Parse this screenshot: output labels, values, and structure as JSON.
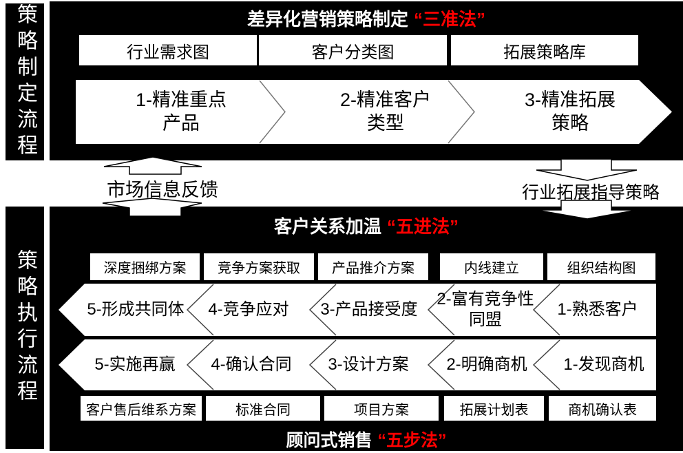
{
  "colors": {
    "panel_background": "#000000",
    "box_background": "#ffffff",
    "accent_red": "#ff0000",
    "text_on_panel": "#ffffff",
    "text_on_box": "#000000"
  },
  "left_bars": {
    "top": "策略制定流程",
    "bottom": "策略执行流程"
  },
  "top_panel": {
    "title_main": "差异化营销策略制定",
    "title_accent": "“三准法”",
    "boxes": [
      "行业需求图",
      "客户分类图",
      "拓展策略库"
    ],
    "steps": [
      {
        "line1": "1-精准重点",
        "line2": "产品"
      },
      {
        "line1": "2-精准客户",
        "line2": "类型"
      },
      {
        "line1": "3-精准拓展",
        "line2": "策略"
      }
    ]
  },
  "connectors": {
    "feedback": "市场信息反馈",
    "guidance": "行业拓展指导策略"
  },
  "bottom_panel": {
    "title_main": "客户关系加温",
    "title_accent": "“五进法”",
    "resource_boxes": [
      "深度捆绑方案",
      "竞争方案获取",
      "产品推介方案",
      "内线建立",
      "组织结构图"
    ],
    "relation_steps": [
      {
        "line1": "5-形成共同体",
        "line2": ""
      },
      {
        "line1": "4-竞争应对",
        "line2": ""
      },
      {
        "line1": "3-产品接受度",
        "line2": ""
      },
      {
        "line1": "2-富有竞争性",
        "line2": "同盟"
      },
      {
        "line1": "1-熟悉客户",
        "line2": ""
      }
    ],
    "sales_steps": [
      "5-实施再赢",
      "4-确认合同",
      "3-设计方案",
      "2-明确商机",
      "1-发现商机"
    ],
    "deliverable_boxes": [
      "客户售后维系方案",
      "标准合同",
      "项目方案",
      "拓展计划表",
      "商机确认表"
    ],
    "footer_main": "顾问式销售",
    "footer_accent": "“五步法”"
  }
}
